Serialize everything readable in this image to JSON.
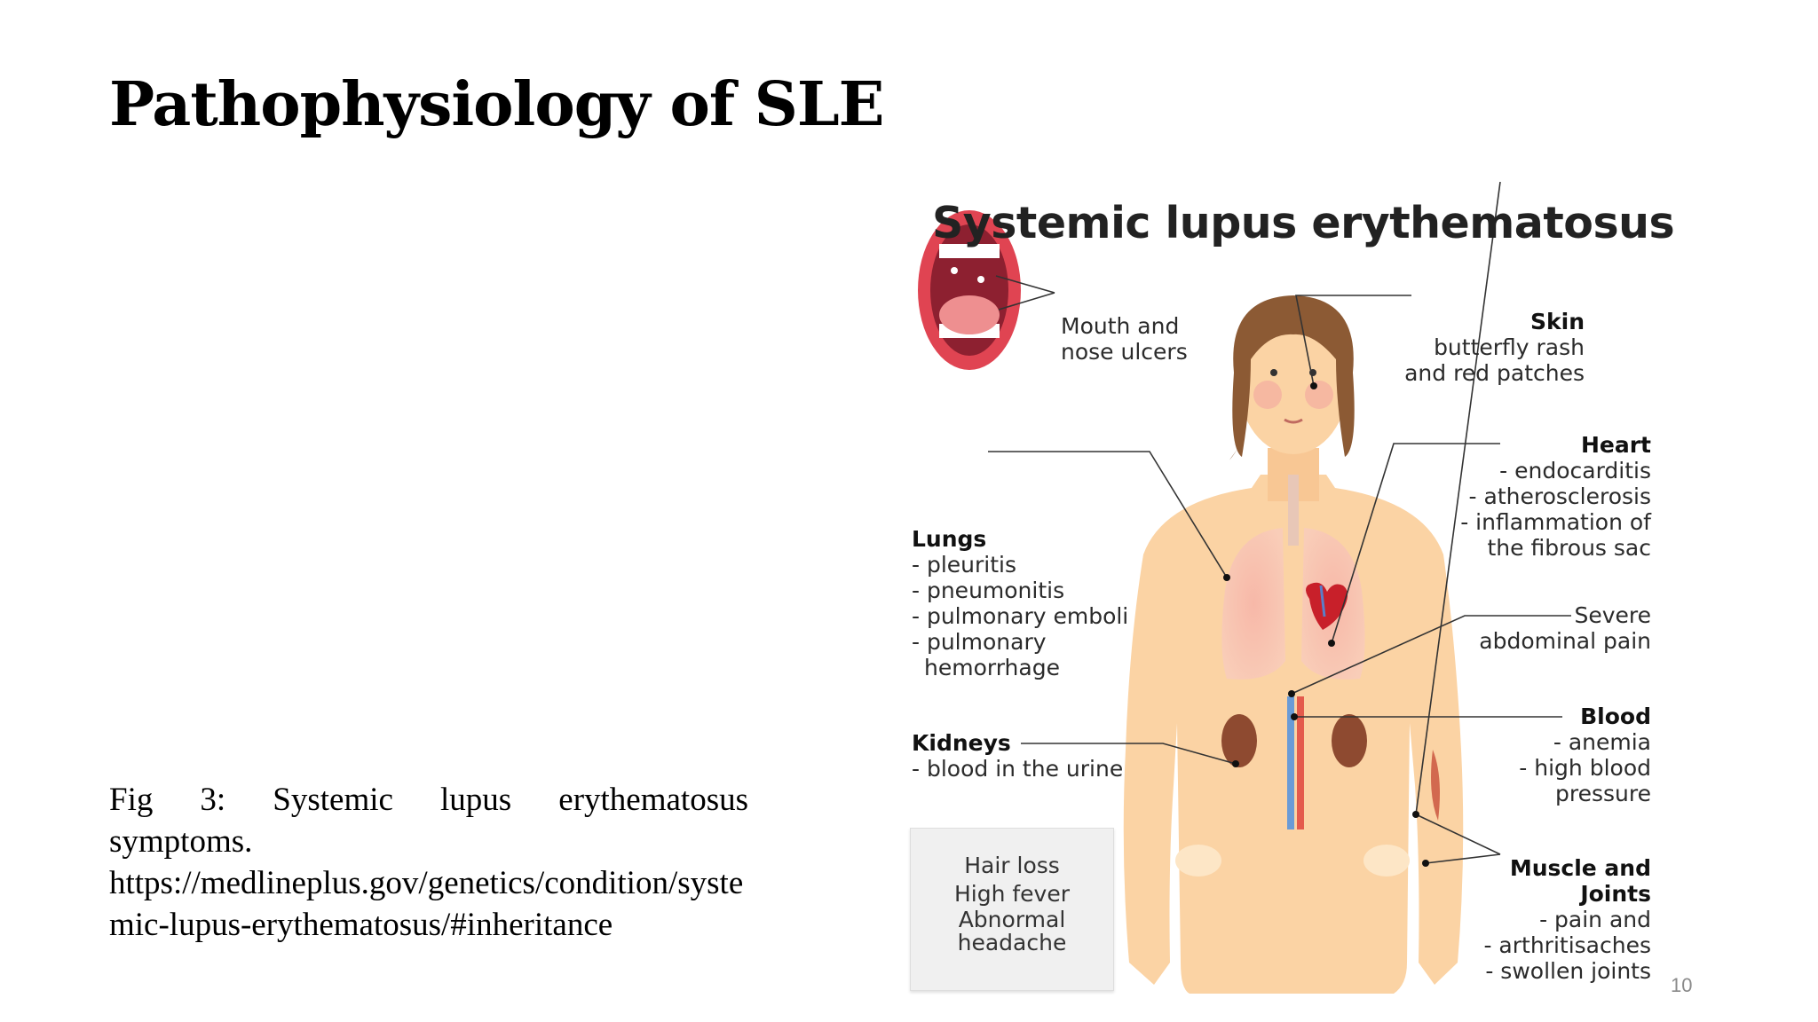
{
  "slide": {
    "title": "Pathophysiology of SLE",
    "page_number": "10",
    "caption": {
      "line1": "Fig 3: Systemic lupus erythematosus",
      "line2": "symptoms.",
      "url": "https://medlineplus.gov/genetics/condition/systemic-lupus-erythematosus/#inheritance"
    }
  },
  "figure": {
    "title": "Systemic lupus erythematosus",
    "mouth": {
      "line1": "Mouth and",
      "line2": "nose ulcers"
    },
    "skin": {
      "heading": "Skin",
      "line1": "butterfly rash",
      "line2": "and red patches"
    },
    "heart": {
      "heading": "Heart",
      "line1": "- endocarditis",
      "line2": "- atherosclerosis",
      "line3": "- inflammation of",
      "line4": "the fibrous sac"
    },
    "abdomen": {
      "line1": "Severe",
      "line2": "abdominal pain"
    },
    "lungs": {
      "heading": "Lungs",
      "line1": "- pleuritis",
      "line2": "- pneumonitis",
      "line3": "- pulmonary emboli",
      "line4": "- pulmonary",
      "line5": "hemorrhage"
    },
    "kidneys": {
      "heading": "Kidneys",
      "line1": "- blood in the urine"
    },
    "blood": {
      "heading": "Blood",
      "line1": "- anemia",
      "line2": "- high blood",
      "line3": "pressure"
    },
    "muscle": {
      "heading1": "Muscle and",
      "heading2": "Joints",
      "line1": "- pain and",
      "line2": "- arthritisaches",
      "line3": "- swollen joints"
    },
    "other_symptoms": {
      "line1": "Hair loss",
      "line2": "High fever",
      "line3": "Abnormal",
      "line4": "headache"
    }
  },
  "colors": {
    "skin": "#fbd3a4",
    "hair": "#8c5a34",
    "lung": "#f2a99c",
    "heart": "#c8202a",
    "kidney": "#8e4a30",
    "artery": "#e45a4c",
    "vein": "#6a9bd6"
  }
}
